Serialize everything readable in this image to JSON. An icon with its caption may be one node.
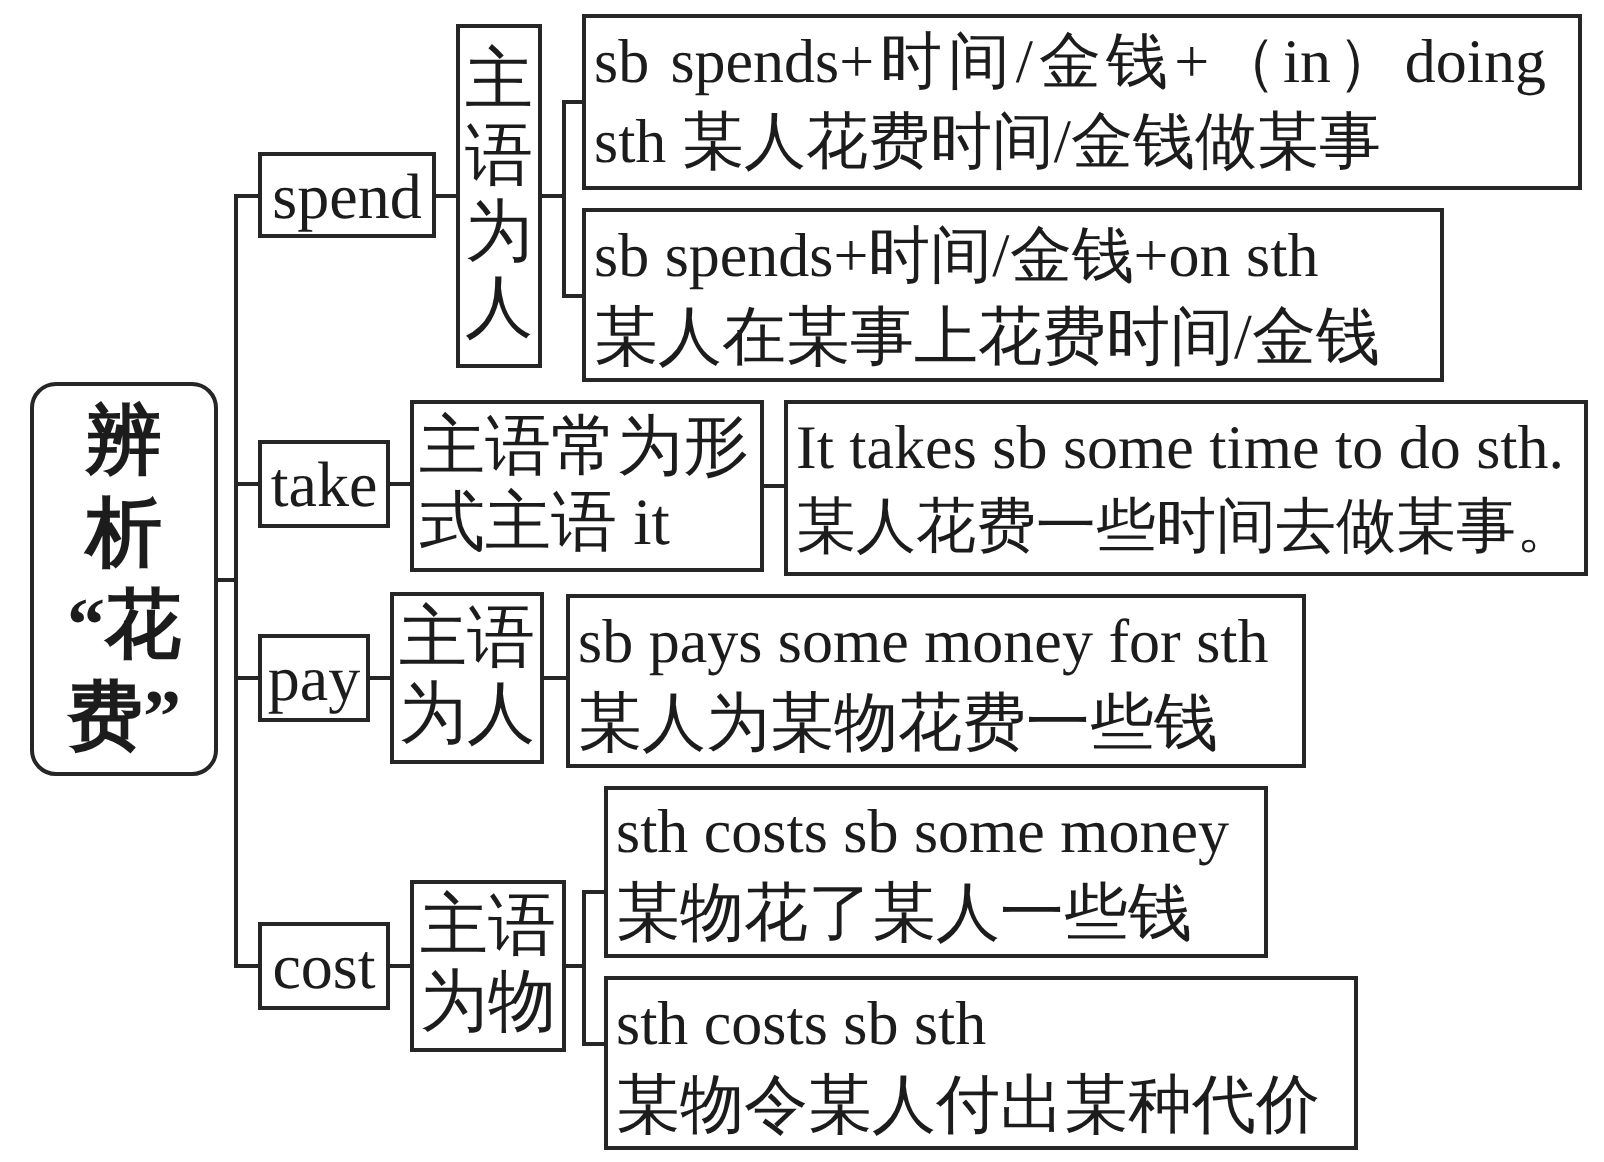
{
  "diagram": {
    "nodes": [
      {
        "text": [
          "辨析“花费”"
        ]
      },
      {
        "text": [
          "spend"
        ]
      },
      {
        "text": [
          "主语为人"
        ]
      },
      {
        "text": [
          "sb spends+时间/金钱+（in）doing sth 某人花费时间/金钱做某事"
        ]
      },
      {
        "text": [
          "sb spends+时间/金钱+on sth",
          "某人在某事上花费时间/金钱"
        ]
      },
      {
        "text": [
          "take"
        ]
      },
      {
        "text": [
          "主语常为形式主语 it"
        ]
      },
      {
        "text": [
          "It takes sb some time to do sth.",
          "某人花费一些时间去做某事。"
        ]
      },
      {
        "text": [
          "pay"
        ]
      },
      {
        "text": [
          "主语为人"
        ]
      },
      {
        "text": [
          "sb pays some money for sth",
          "某人为某物花费一些钱"
        ]
      },
      {
        "text": [
          "cost"
        ]
      },
      {
        "text": [
          "主语为物"
        ]
      },
      {
        "text": [
          "sth costs sb some money",
          "某物花了某人一些钱"
        ]
      },
      {
        "text": [
          "sth costs sb sth",
          "某物令某人付出某种代价"
        ]
      }
    ],
    "edges": [
      {
        "from": 0,
        "to": 1,
        "arrow": "none"
      },
      {
        "from": 0,
        "to": 5,
        "arrow": "none"
      },
      {
        "from": 0,
        "to": 8,
        "arrow": "none"
      },
      {
        "from": 0,
        "to": 11,
        "arrow": "none"
      },
      {
        "from": 1,
        "to": 2,
        "arrow": "none"
      },
      {
        "from": 2,
        "to": 3,
        "arrow": "none"
      },
      {
        "from": 2,
        "to": 4,
        "arrow": "none"
      },
      {
        "from": 5,
        "to": 6,
        "arrow": "none"
      },
      {
        "from": 6,
        "to": 7,
        "arrow": "none"
      },
      {
        "from": 8,
        "to": 9,
        "arrow": "none"
      },
      {
        "from": 9,
        "to": 10,
        "arrow": "none"
      },
      {
        "from": 11,
        "to": 12,
        "arrow": "none"
      },
      {
        "from": 12,
        "to": 13,
        "arrow": "none"
      },
      {
        "from": 12,
        "to": 14,
        "arrow": "none"
      }
    ]
  }
}
